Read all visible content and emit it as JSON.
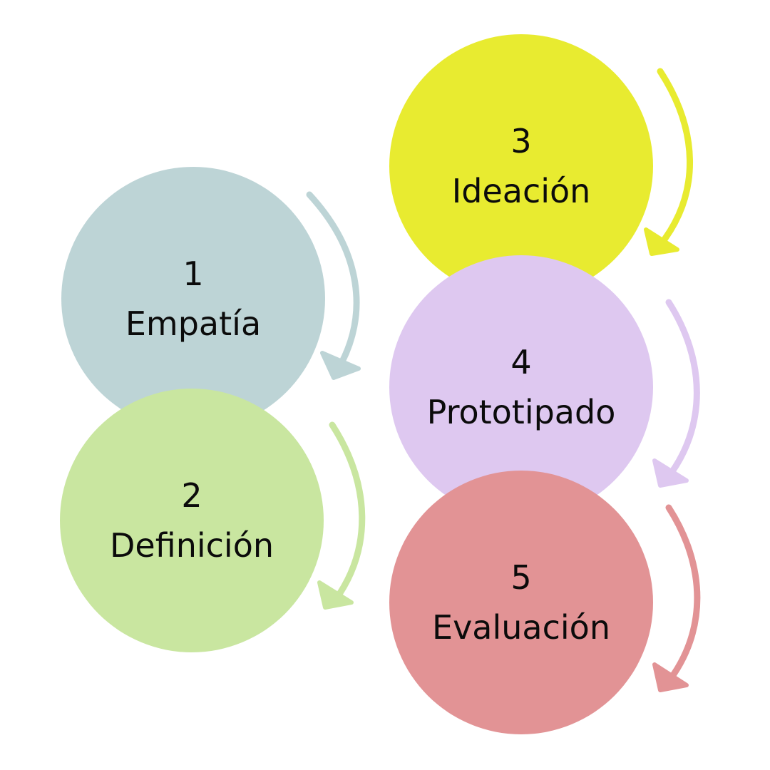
{
  "steps": [
    {
      "number": "1",
      "label": "Empatía",
      "color": "#bdd4d6"
    },
    {
      "number": "2",
      "label": "Definición",
      "color": "#c9e6a0"
    },
    {
      "number": "3",
      "label": "Ideación",
      "color": "#e8eb30"
    },
    {
      "number": "4",
      "label": "Prototipado",
      "color": "#dec8f0"
    },
    {
      "number": "5",
      "label": "Evaluación",
      "color": "#e29395"
    }
  ]
}
